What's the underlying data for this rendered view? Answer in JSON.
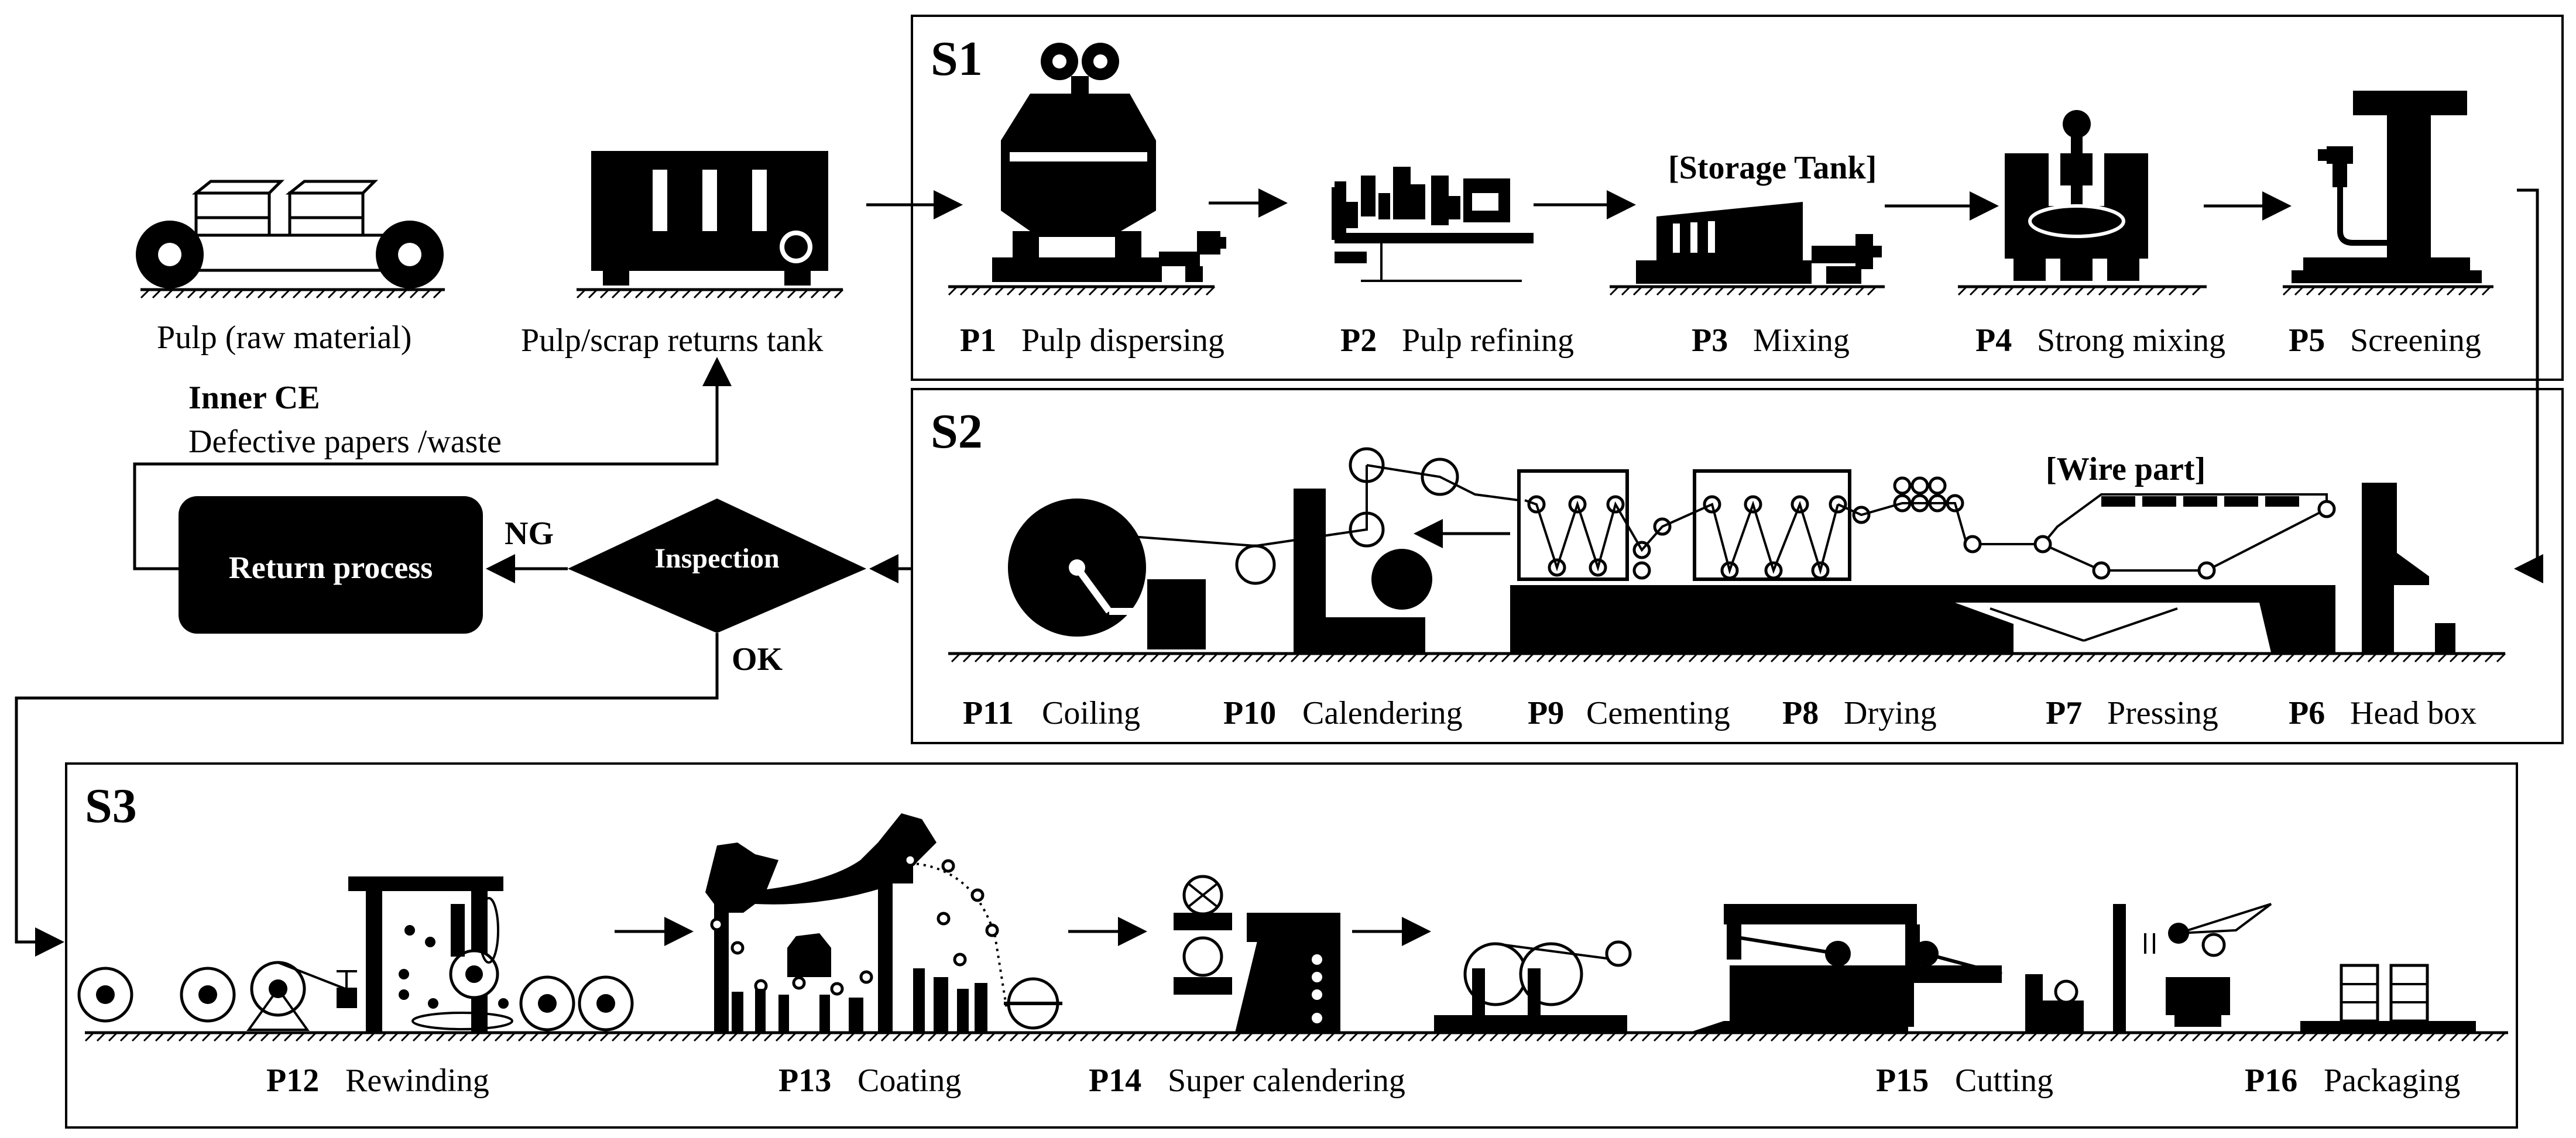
{
  "inputs": {
    "pulp_label": "Pulp (raw material)",
    "tank_label": "Pulp/scrap returns tank"
  },
  "inner_ce": {
    "title": "Inner CE",
    "subtitle": "Defective papers /waste"
  },
  "return_process": "Return process",
  "inspection": {
    "label": "Inspection",
    "ng": "NG",
    "ok": "OK"
  },
  "stages": {
    "s1": "S1",
    "s2": "S2",
    "s3": "S3"
  },
  "annotations": {
    "storage_tank": "[Storage Tank]",
    "wire_part": "[Wire part]"
  },
  "processes": [
    {
      "id": "P1",
      "name": "Pulp dispersing"
    },
    {
      "id": "P2",
      "name": "Pulp refining"
    },
    {
      "id": "P3",
      "name": "Mixing"
    },
    {
      "id": "P4",
      "name": "Strong mixing"
    },
    {
      "id": "P5",
      "name": "Screening"
    },
    {
      "id": "P6",
      "name": "Head box"
    },
    {
      "id": "P7",
      "name": "Pressing"
    },
    {
      "id": "P8",
      "name": "Drying"
    },
    {
      "id": "P9",
      "name": "Cementing"
    },
    {
      "id": "P10",
      "name": "Calendering"
    },
    {
      "id": "P11",
      "name": "Coiling"
    },
    {
      "id": "P12",
      "name": "Rewinding"
    },
    {
      "id": "P13",
      "name": "Coating"
    },
    {
      "id": "P14",
      "name": "Super calendering"
    },
    {
      "id": "P15",
      "name": "Cutting"
    },
    {
      "id": "P16",
      "name": "Packaging"
    }
  ]
}
